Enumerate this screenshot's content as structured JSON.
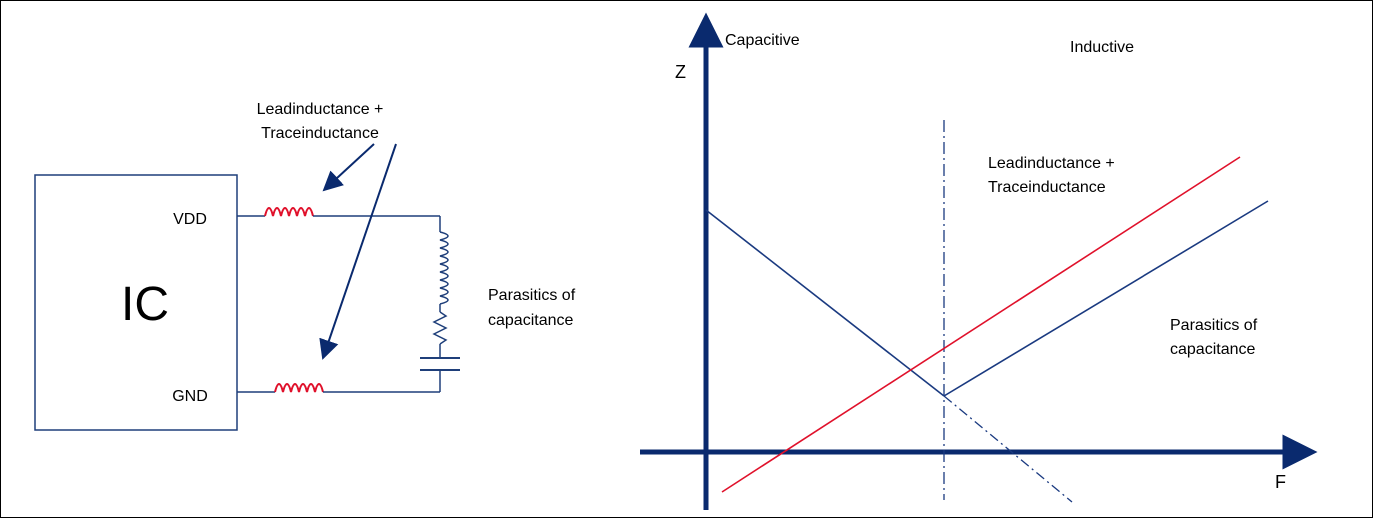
{
  "circuit": {
    "ic_label": "IC",
    "vdd_label": "VDD",
    "gnd_label": "GND",
    "inductance_label_line1": "Leadinductance +",
    "inductance_label_line2": "Traceinductance",
    "parasitics_label_line1": "Parasitics of",
    "parasitics_label_line2": "capacitance"
  },
  "graph": {
    "y_axis_label": "Z",
    "x_axis_label": "F",
    "region_left_label": "Capacitive",
    "region_right_label": "Inductive",
    "inductance_label_line1": "Leadinductance +",
    "inductance_label_line2": "Traceinductance",
    "parasitics_label_line1": "Parasitics of",
    "parasitics_label_line2": "capacitance"
  },
  "colors": {
    "axis": "#0a2a6e",
    "wire": "#1f3f7a",
    "inductor": "#e0112b",
    "red_line": "#e0112b",
    "blue_line": "#1a3a80",
    "box": "#1f3f7a"
  }
}
